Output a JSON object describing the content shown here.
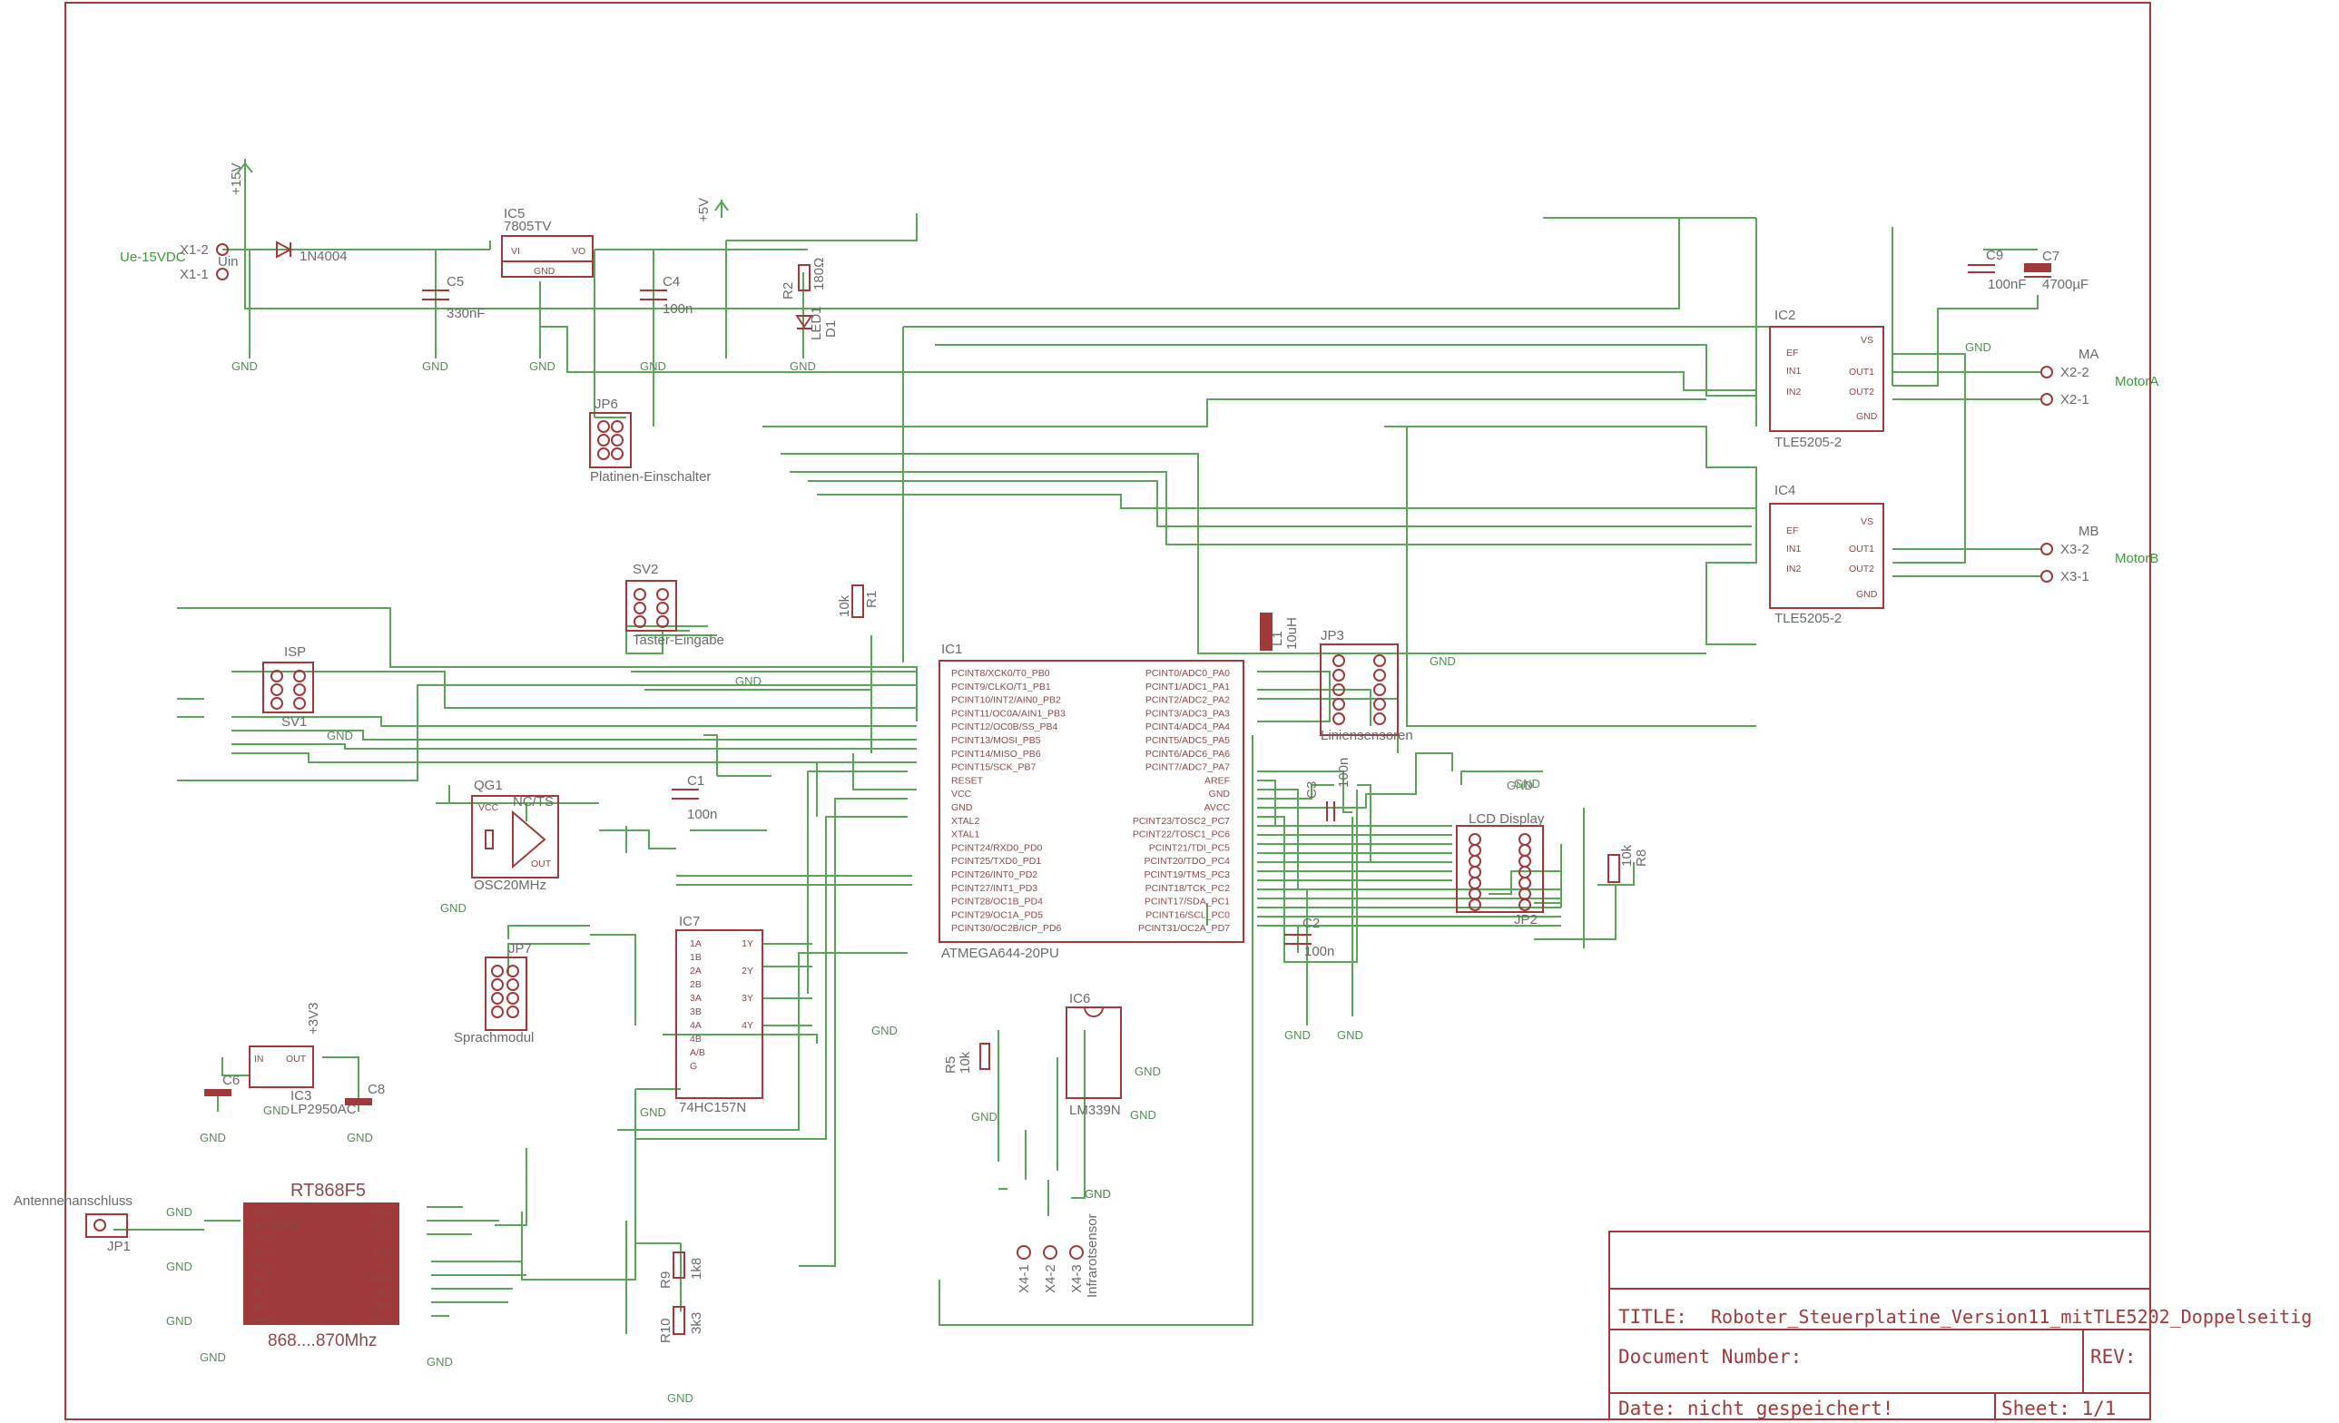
{
  "title_block": {
    "title_label": "TITLE:",
    "title": "Roboter_Steuerplatine_Version11_mitTLE5202_Doppelseitig",
    "doc_label": "Document Number:",
    "rev_label": "REV:",
    "date_text": "Date: nicht gespeichert!",
    "sheet_text": "Sheet: 1/1"
  },
  "power": {
    "vin_label": "Ue-15VDC",
    "x1_2": "X1-2",
    "x1_1": "X1-1",
    "uin": "Uin",
    "diode": "1N4004",
    "plus15": "+15V",
    "ic5_name": "IC5",
    "ic5_type": "7805TV",
    "vi": "VI",
    "vo": "VO",
    "gnd_pin": "GND",
    "c5_name": "C5",
    "c5_val": "330nF",
    "c4_name": "C4",
    "c4_val": "100n",
    "r2_name": "R2",
    "r2_val": "180Ω",
    "led_name": "LED1",
    "d1": "D1",
    "plus5": "+5V",
    "jp6_name": "JP6",
    "jp6_label": "Platinen-Einschalter"
  },
  "motor": {
    "ic2_name": "IC2",
    "ic2_type": "TLE5205-2",
    "ic4_name": "IC4",
    "ic4_type": "TLE5205-2",
    "ef": "EF",
    "in1": "IN1",
    "in2": "IN2",
    "vs": "VS",
    "out1": "OUT1",
    "out2": "OUT2",
    "gnd": "GND",
    "ma": "MA",
    "mb": "MB",
    "x2_2": "X2-2",
    "x2_1": "X2-1",
    "x3_2": "X3-2",
    "x3_1": "X3-1",
    "motor_a": "MotorA",
    "motor_b": "MotorB",
    "c9_name": "C9",
    "c9_val": "100nF",
    "c7_name": "C7",
    "c7_val": "4700µF"
  },
  "mcu": {
    "name": "IC1",
    "type": "ATMEGA644-20PU",
    "left_pins": [
      "PCINT8/XCK0/T0_PB0",
      "PCINT9/CLKO/T1_PB1",
      "PCINT10/INT2/AIN0_PB2",
      "PCINT11/OC0A/AIN1_PB3",
      "PCINT12/OC0B/SS_PB4",
      "PCINT13/MOSI_PB5",
      "PCINT14/MISO_PB6",
      "PCINT15/SCK_PB7",
      "RESET",
      "VCC",
      "GND",
      "XTAL2",
      "XTAL1",
      "PCINT24/RXD0_PD0",
      "PCINT25/TXD0_PD1",
      "PCINT26/INT0_PD2",
      "PCINT27/INT1_PD3",
      "PCINT28/OC1B_PD4",
      "PCINT29/OC1A_PD5",
      "PCINT30/OC2B/ICP_PD6"
    ],
    "right_pins": [
      "PCINT0/ADC0_PA0",
      "PCINT1/ADC1_PA1",
      "PCINT2/ADC2_PA2",
      "PCINT3/ADC3_PA3",
      "PCINT4/ADC4_PA4",
      "PCINT5/ADC5_PA5",
      "PCINT6/ADC6_PA6",
      "PCINT7/ADC7_PA7",
      "AREF",
      "GND",
      "AVCC",
      "PCINT23/TOSC2_PC7",
      "PCINT22/TOSC1_PC6",
      "PCINT21/TDI_PC5",
      "PCINT20/TDO_PC4",
      "PCINT19/TMS_PC3",
      "PCINT18/TCK_PC2",
      "PCINT17/SDA_PC1",
      "PCINT16/SCL_PC0",
      "PCINT31/OC2A_PD7"
    ]
  },
  "misc": {
    "isp": "ISP",
    "sv1": "SV1",
    "sv2": "SV2",
    "taster": "Taster-Eingabe",
    "qg1": "QG1",
    "osc_type": "NC/TS",
    "osc_name": "OSC20MHz",
    "osc_vcc": "VCC",
    "osc_out": "OUT",
    "c1_name": "C1",
    "c1_val": "100n",
    "r1_val": "10k",
    "r1_name": "R1",
    "l1_name": "L1",
    "l1_val": "10uH",
    "c3_name": "C3",
    "c3_val": "100n",
    "c2_name": "C2",
    "c2_val": "100n",
    "jp3": "JP3",
    "liniensensoren": "Liniensensoren",
    "lcd": "LCD Display",
    "jp2": "JP2",
    "r8_val": "10k",
    "r8_name": "R8",
    "ic7_name": "IC7",
    "ic7_type": "74HC157N",
    "ic7_left": [
      "1A",
      "1B",
      "2A",
      "2B",
      "3A",
      "3B",
      "4A",
      "4B",
      "A/B",
      "G"
    ],
    "ic7_right": [
      "1Y",
      "2Y",
      "3Y",
      "4Y"
    ],
    "jp7": "JP7",
    "sprachmodul": "Sprachmodul",
    "ic6_name": "IC6",
    "ic6_type": "LM339N",
    "r5_name": "R5",
    "r5_val": "10k",
    "ic3_name": "IC3",
    "ic3_type": "LP2950AC",
    "ic3_in": "IN",
    "ic3_out": "OUT",
    "plus3v3": "+3V3",
    "c6_name": "C6",
    "c8_name": "C8",
    "rt_name": "RT868F5",
    "rt_freq": "868....870Mhz",
    "rt_left": [
      "GND",
      "ANTENNE",
      "GND",
      "N.C.",
      "N.C.",
      "N.C.",
      "N.C.",
      "N.C.",
      "GND"
    ],
    "rt_right": [
      "GND",
      "VCC",
      "PD",
      "SP2",
      "TX",
      "RSSI",
      "RX",
      "SP1",
      "GND"
    ],
    "antenne": "Antennenanschluss",
    "jp1": "JP1",
    "r9_name": "R9",
    "r9_val": "1k8",
    "r10_name": "R10",
    "r10_val": "3k3",
    "x4_1": "X4-1",
    "x4_2": "X4-2",
    "x4_3": "X4-3",
    "infrarot": "Infrarotsensor",
    "gnd": "GND"
  }
}
